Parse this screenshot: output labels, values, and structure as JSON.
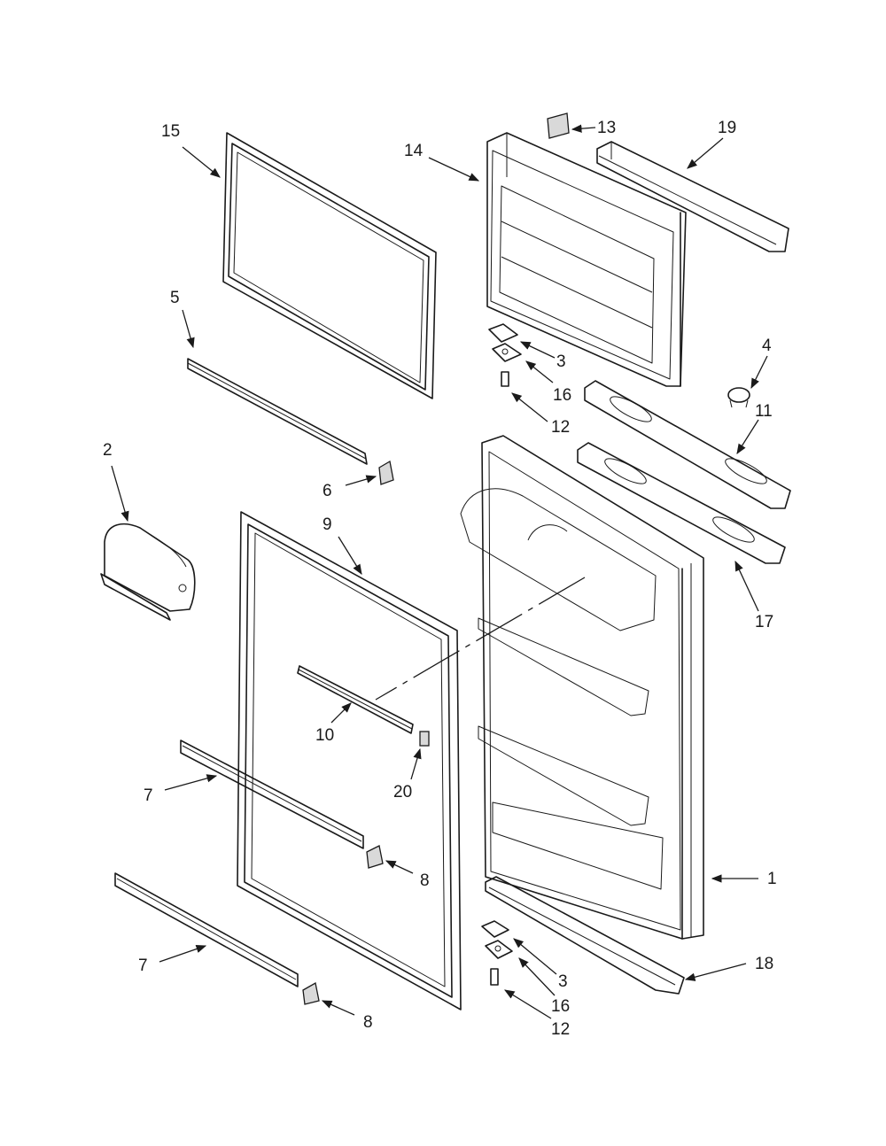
{
  "callouts": {
    "c1": "1",
    "c2": "2",
    "c3a": "3",
    "c3b": "3",
    "c4": "4",
    "c5": "5",
    "c6": "6",
    "c7a": "7",
    "c7b": "7",
    "c8a": "8",
    "c8b": "8",
    "c9": "9",
    "c10": "10",
    "c11": "11",
    "c12a": "12",
    "c12b": "12",
    "c13": "13",
    "c14": "14",
    "c15": "15",
    "c16a": "16",
    "c16b": "16",
    "c17": "17",
    "c18": "18",
    "c19": "19",
    "c20": "20"
  }
}
